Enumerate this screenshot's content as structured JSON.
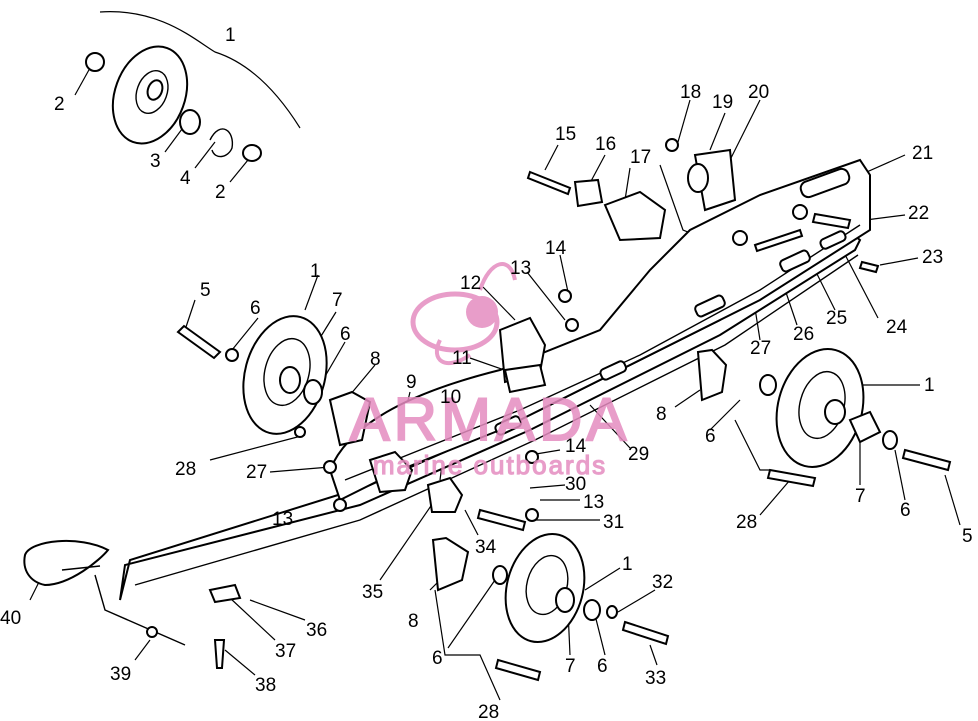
{
  "diagram": {
    "callouts": [
      {
        "label": "1"
      },
      {
        "label": "2"
      },
      {
        "label": "3"
      },
      {
        "label": "4"
      },
      {
        "label": "2"
      },
      {
        "label": "5"
      },
      {
        "label": "6"
      },
      {
        "label": "1"
      },
      {
        "label": "7"
      },
      {
        "label": "6"
      },
      {
        "label": "8"
      },
      {
        "label": "9"
      },
      {
        "label": "10"
      },
      {
        "label": "28"
      },
      {
        "label": "27"
      },
      {
        "label": "13"
      },
      {
        "label": "11"
      },
      {
        "label": "12"
      },
      {
        "label": "13"
      },
      {
        "label": "14"
      },
      {
        "label": "15"
      },
      {
        "label": "16"
      },
      {
        "label": "17"
      },
      {
        "label": "18"
      },
      {
        "label": "19"
      },
      {
        "label": "20"
      },
      {
        "label": "21"
      },
      {
        "label": "22"
      },
      {
        "label": "23"
      },
      {
        "label": "24"
      },
      {
        "label": "25"
      },
      {
        "label": "26"
      },
      {
        "label": "27"
      },
      {
        "label": "1"
      },
      {
        "label": "8"
      },
      {
        "label": "6"
      },
      {
        "label": "7"
      },
      {
        "label": "6"
      },
      {
        "label": "5"
      },
      {
        "label": "28"
      },
      {
        "label": "29"
      },
      {
        "label": "14"
      },
      {
        "label": "30"
      },
      {
        "label": "13"
      },
      {
        "label": "31"
      },
      {
        "label": "34"
      },
      {
        "label": "35"
      },
      {
        "label": "1"
      },
      {
        "label": "32"
      },
      {
        "label": "8"
      },
      {
        "label": "6"
      },
      {
        "label": "7"
      },
      {
        "label": "6"
      },
      {
        "label": "33"
      },
      {
        "label": "28"
      },
      {
        "label": "36"
      },
      {
        "label": "37"
      },
      {
        "label": "38"
      },
      {
        "label": "39"
      },
      {
        "label": "40"
      }
    ]
  },
  "watermark": {
    "brand": "ARMADA",
    "tagline": "marine outboards",
    "color": "#e58cc0"
  }
}
